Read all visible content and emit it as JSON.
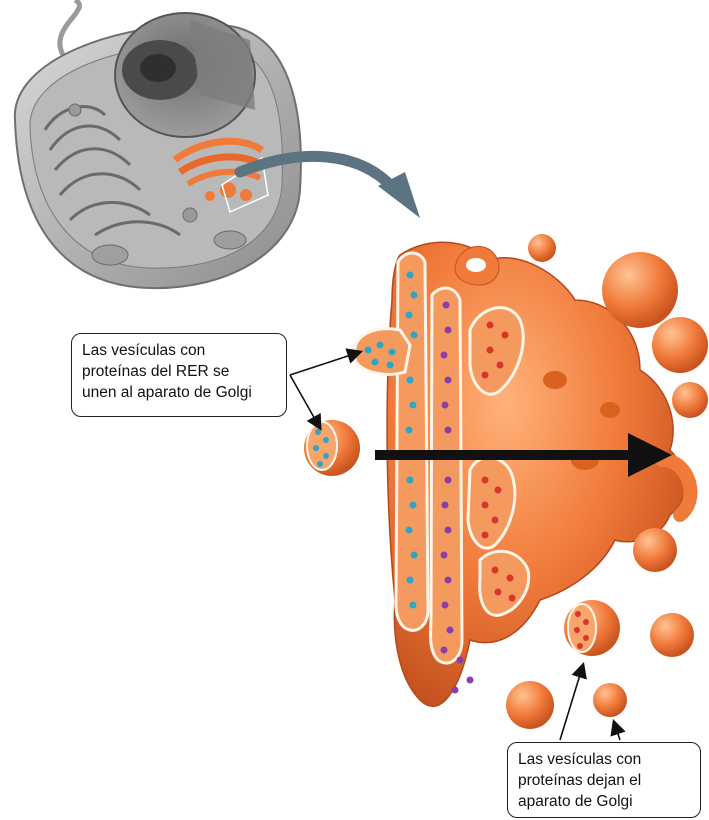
{
  "callouts": {
    "vesicles_in": [
      "Las vesículas con",
      "proteínas del RER se",
      "unen al aparato de Golgi"
    ],
    "vesicles_out": [
      "Las vesículas con",
      "proteínas dejan el",
      "aparato de Golgi"
    ]
  },
  "colors": {
    "golgi_orange": "#f07a3a",
    "golgi_dark": "#c4511e",
    "cell_gray": "#8f8f8f",
    "rer_vesicle_cyan": "#2aa6c8",
    "purple_vesicle": "#8a3fa8",
    "red_vesicle": "#d6372c",
    "direction_arrow": "#111111",
    "transfer_arrow": "#5c7382"
  }
}
